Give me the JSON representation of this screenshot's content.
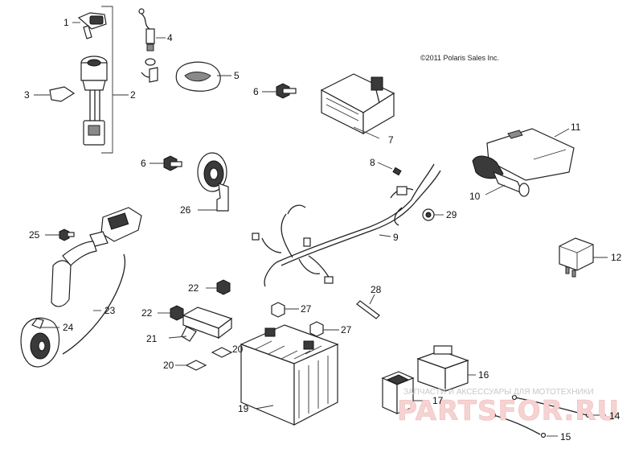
{
  "copyright": "©2011 Polaris Sales Inc.",
  "watermark": {
    "text": "ЗАПЧАСТИ И АКСЕССУАРЫ ДЛЯ МОТОТЕХНИКИ",
    "logo": "PARTSFOR.RU"
  },
  "callouts": {
    "c1": "1",
    "c2": "2",
    "c3": "3",
    "c4": "4",
    "c5": "5",
    "c6a": "6",
    "c6b": "6",
    "c7": "7",
    "c8": "8",
    "c9": "9",
    "c10": "10",
    "c11": "11",
    "c12": "12",
    "c14": "14",
    "c15": "15",
    "c16": "16",
    "c17": "17",
    "c19": "19",
    "c20a": "20",
    "c20b": "20",
    "c21": "21",
    "c22a": "22",
    "c22b": "22",
    "c23": "23",
    "c24": "24",
    "c25": "25",
    "c26": "26",
    "c27a": "27",
    "c27b": "27",
    "c28": "28",
    "c29": "29"
  }
}
